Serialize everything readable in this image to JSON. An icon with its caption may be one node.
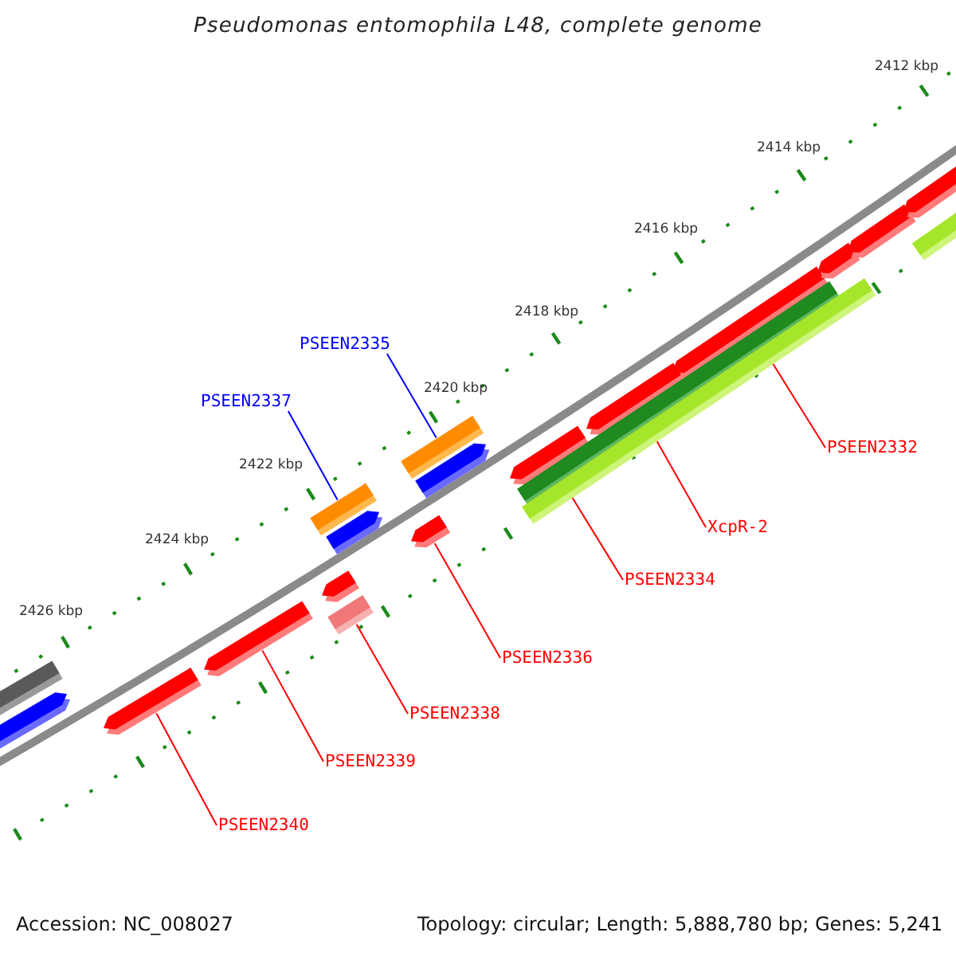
{
  "diagram": {
    "title": "Pseudomonas entomophila L48, complete genome",
    "nodes": [
      {
        "text": [
          "PSEEN2335"
        ]
      },
      {
        "text": [
          "PSEEN2337"
        ]
      },
      {
        "text": [],
        "shape": "bar"
      },
      {
        "text": [],
        "shape": "bar"
      },
      {
        "text": [],
        "shape": "bar"
      },
      {
        "text": [],
        "shape": "bar"
      },
      {
        "text": [],
        "shape": "bar"
      },
      {
        "text": [],
        "shape": "bar"
      },
      {
        "text": [],
        "shape": "bar"
      },
      {
        "text": [],
        "shape": "bar"
      },
      {
        "text": [],
        "shape": "bar"
      },
      {
        "text": [
          "PSEEN2332"
        ]
      },
      {
        "text": [
          "XcpR-2"
        ]
      },
      {
        "text": [
          "PSEEN2334"
        ]
      },
      {
        "text": [
          "PSEEN2336"
        ]
      },
      {
        "text": [
          "PSEEN2338"
        ]
      },
      {
        "text": [
          "PSEEN2339"
        ]
      },
      {
        "text": [
          "PSEEN2340"
        ]
      },
      {
        "text": [],
        "shape": "bar"
      },
      {
        "text": [],
        "shape": "bar"
      },
      {
        "text": [],
        "shape": "bar"
      },
      {
        "text": [],
        "shape": "bar"
      },
      {
        "text": [],
        "shape": "bar"
      },
      {
        "text": [],
        "shape": "bar"
      },
      {
        "text": [],
        "shape": "bar"
      },
      {
        "text": [],
        "shape": "bar"
      },
      {
        "text": [],
        "shape": "bar"
      },
      {
        "text": [],
        "shape": "bar"
      },
      {
        "text": [],
        "shape": "bar"
      }
    ],
    "edges": [
      {
        "from": 0,
        "to": 2,
        "arrow": "none",
        "color": "#0000ff"
      },
      {
        "from": 1,
        "to": 3,
        "arrow": "none",
        "color": "#0000ff"
      },
      {
        "from": 11,
        "to": 4,
        "arrow": "none"
      },
      {
        "from": 12,
        "to": 5,
        "arrow": "none"
      },
      {
        "from": 13,
        "to": 6,
        "arrow": "none"
      },
      {
        "from": 14,
        "to": 7,
        "arrow": "none"
      },
      {
        "from": 15,
        "to": 8,
        "arrow": "none"
      },
      {
        "from": 16,
        "to": 9,
        "arrow": "none"
      },
      {
        "from": 17,
        "to": 10,
        "arrow": "none"
      }
    ],
    "labels": [
      "2412 kbp",
      "2414 kbp",
      "2416 kbp",
      "2418 kbp",
      "2420 kbp",
      "2422 kbp",
      "2424 kbp",
      "2426 kbp",
      "Accession: NC_008027",
      "Topology: circular; Length: 5,888,780 bp; Genes: 5,241"
    ]
  }
}
